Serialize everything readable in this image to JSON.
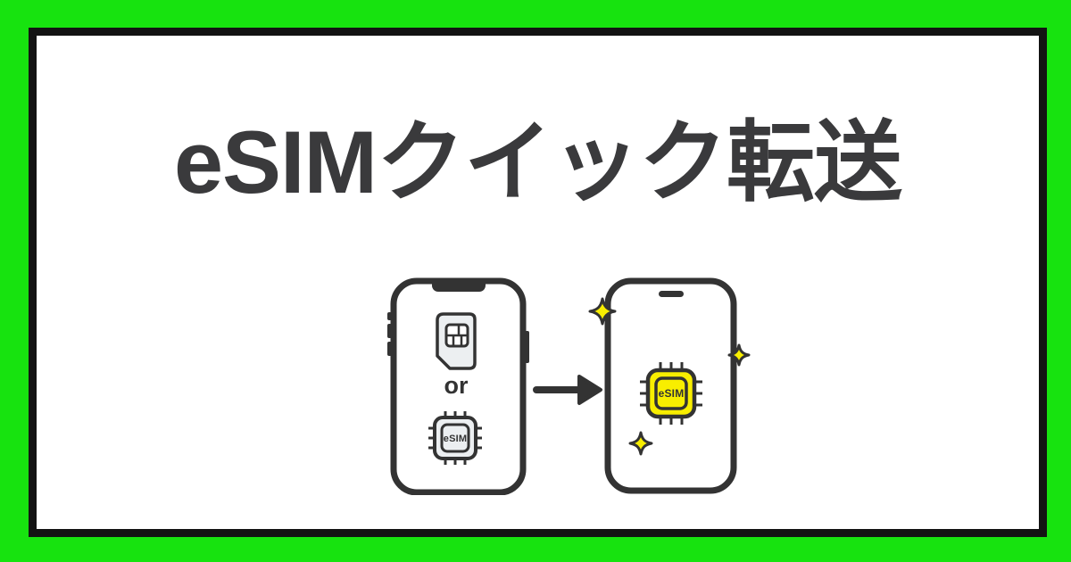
{
  "page": {
    "title": "eSIMクイック転送"
  },
  "illustration": {
    "or_label": "or",
    "source_chip_label": "eSIM",
    "target_chip_label": "eSIM"
  },
  "colors": {
    "background_green": "#17E30F",
    "frame_black": "#131313",
    "card_white": "#FFFFFF",
    "title_gray": "#3A3A3C",
    "line_dark": "#333333",
    "icon_light_gray": "#ECEFF1",
    "highlight_yellow": "#F8EE00"
  }
}
